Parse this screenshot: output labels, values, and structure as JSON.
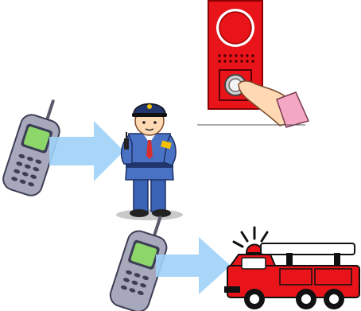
{
  "scene": {
    "items": [
      {
        "id": "alarm",
        "icon": "fire-alarm-icon"
      },
      {
        "id": "phone-top",
        "icon": "mobile-phone-icon"
      },
      {
        "id": "arrow-top",
        "icon": "arrow-right-icon"
      },
      {
        "id": "officer",
        "icon": "security-guard-icon"
      },
      {
        "id": "phone-bottom",
        "icon": "mobile-phone-icon"
      },
      {
        "id": "arrow-bottom",
        "icon": "arrow-right-icon"
      },
      {
        "id": "firetruck",
        "icon": "fire-truck-icon"
      }
    ]
  },
  "colors": {
    "alarm_red": "#e8141a",
    "arrow_blue": "#9fd2f7",
    "uniform_blue": "#3b63b5",
    "truck_red": "#e8141a"
  }
}
